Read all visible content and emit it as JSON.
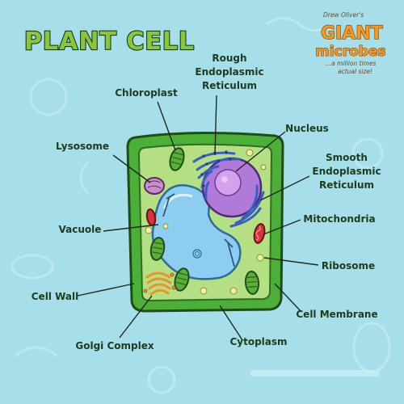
{
  "title": "PLANT CELL",
  "brand": {
    "byline": "Drew Oliver's",
    "name_top": "GIANT",
    "name_bottom": "microbes",
    "tagline_1": "...a million times",
    "tagline_2": "actual size!"
  },
  "labels": {
    "rough_er": [
      "Rough",
      "Endoplasmic",
      "Reticulum"
    ],
    "chloroplast": "Chloroplast",
    "nucleus": "Nucleus",
    "lysosome": "Lysosome",
    "smooth_er": [
      "Smooth",
      "Endoplasmic",
      "Reticulum"
    ],
    "mitochondria": "Mitochondria",
    "vacuole": "Vacuole",
    "ribosome": "Ribosome",
    "cell_wall": "Cell Wall",
    "cell_membrane": "Cell Membrane",
    "golgi_complex": "Golgi Complex",
    "cytoplasm": "Cytoplasm"
  },
  "colors": {
    "background": "#a6dfea",
    "cell_wall": "#4caf38",
    "cytoplasm": "#b5df83",
    "vacuole": "#8ccdf0",
    "nucleus": "#b07ad8",
    "nucleolus": "#d2a2ee",
    "er": "#3a5fc4",
    "chloroplast": "#5cae3a",
    "mitochondria": "#d8333a",
    "golgi": "#ef8f2a",
    "ribosome": "#f2f0a8"
  }
}
